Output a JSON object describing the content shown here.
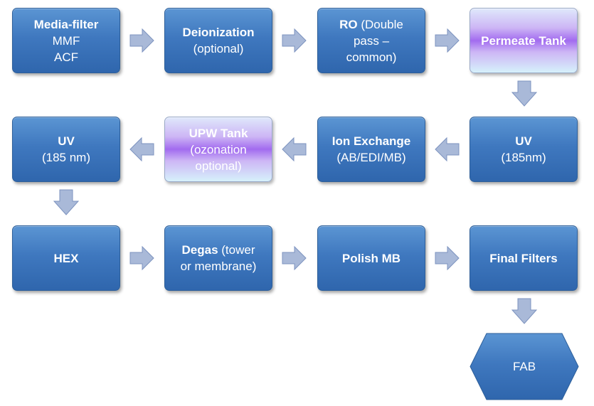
{
  "nodes": {
    "media_filter": {
      "title": "Media-filter",
      "line2": "MMF",
      "line3": "ACF"
    },
    "deionization": {
      "title": "Deionization",
      "line2": "(optional)"
    },
    "ro": {
      "title": "RO",
      "rest1": " (Double",
      "line2": "pass –",
      "line3": "common)"
    },
    "permeate_tank": {
      "title": "Permeate Tank"
    },
    "uv_right": {
      "title": "UV",
      "line2": "(185nm)"
    },
    "ion_exchange": {
      "title": "Ion Exchange",
      "line2": "(AB/EDI/MB)"
    },
    "upw_tank": {
      "title": "UPW Tank",
      "line2": "(ozonation",
      "line3": "optional)"
    },
    "uv_left": {
      "title": "UV",
      "line2": "(185 nm)"
    },
    "hex": {
      "title": "HEX"
    },
    "degas": {
      "title": "Degas",
      "rest1": " (tower",
      "line2": "or membrane)"
    },
    "polish_mb": {
      "title": "Polish MB"
    },
    "final_filters": {
      "title": "Final Filters"
    },
    "fab": {
      "title": "FAB"
    }
  },
  "colors": {
    "box_fill": "#3f78bf",
    "box_border": "#2d5f9a",
    "tank_fill": "#a26bef",
    "arrow_fill": "#a9b9d8",
    "arrow_stroke": "#7d93bf",
    "text": "#ffffff"
  }
}
